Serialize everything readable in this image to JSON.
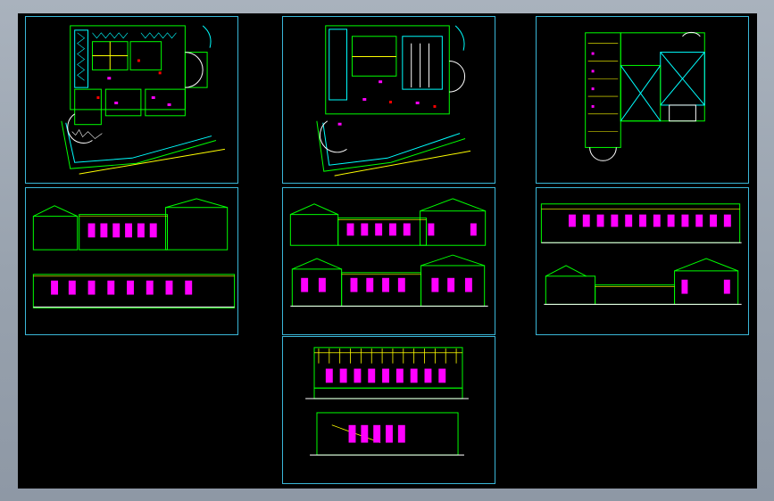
{
  "app": {
    "background_color": "#000000",
    "frame_color": "#3ab7d8",
    "line_colors": [
      "#00ff00",
      "#00ffff",
      "#ffff00",
      "#ff00ff",
      "#ffffff",
      "#ff0000"
    ]
  },
  "sheets": [
    {
      "id": "plan-1",
      "kind": "floor-plan"
    },
    {
      "id": "plan-2",
      "kind": "floor-plan"
    },
    {
      "id": "plan-3",
      "kind": "floor-plan"
    },
    {
      "id": "elev-1",
      "kind": "elevations"
    },
    {
      "id": "elev-2",
      "kind": "elevations"
    },
    {
      "id": "elev-3",
      "kind": "elevations"
    },
    {
      "id": "elev-4",
      "kind": "elevations"
    }
  ]
}
